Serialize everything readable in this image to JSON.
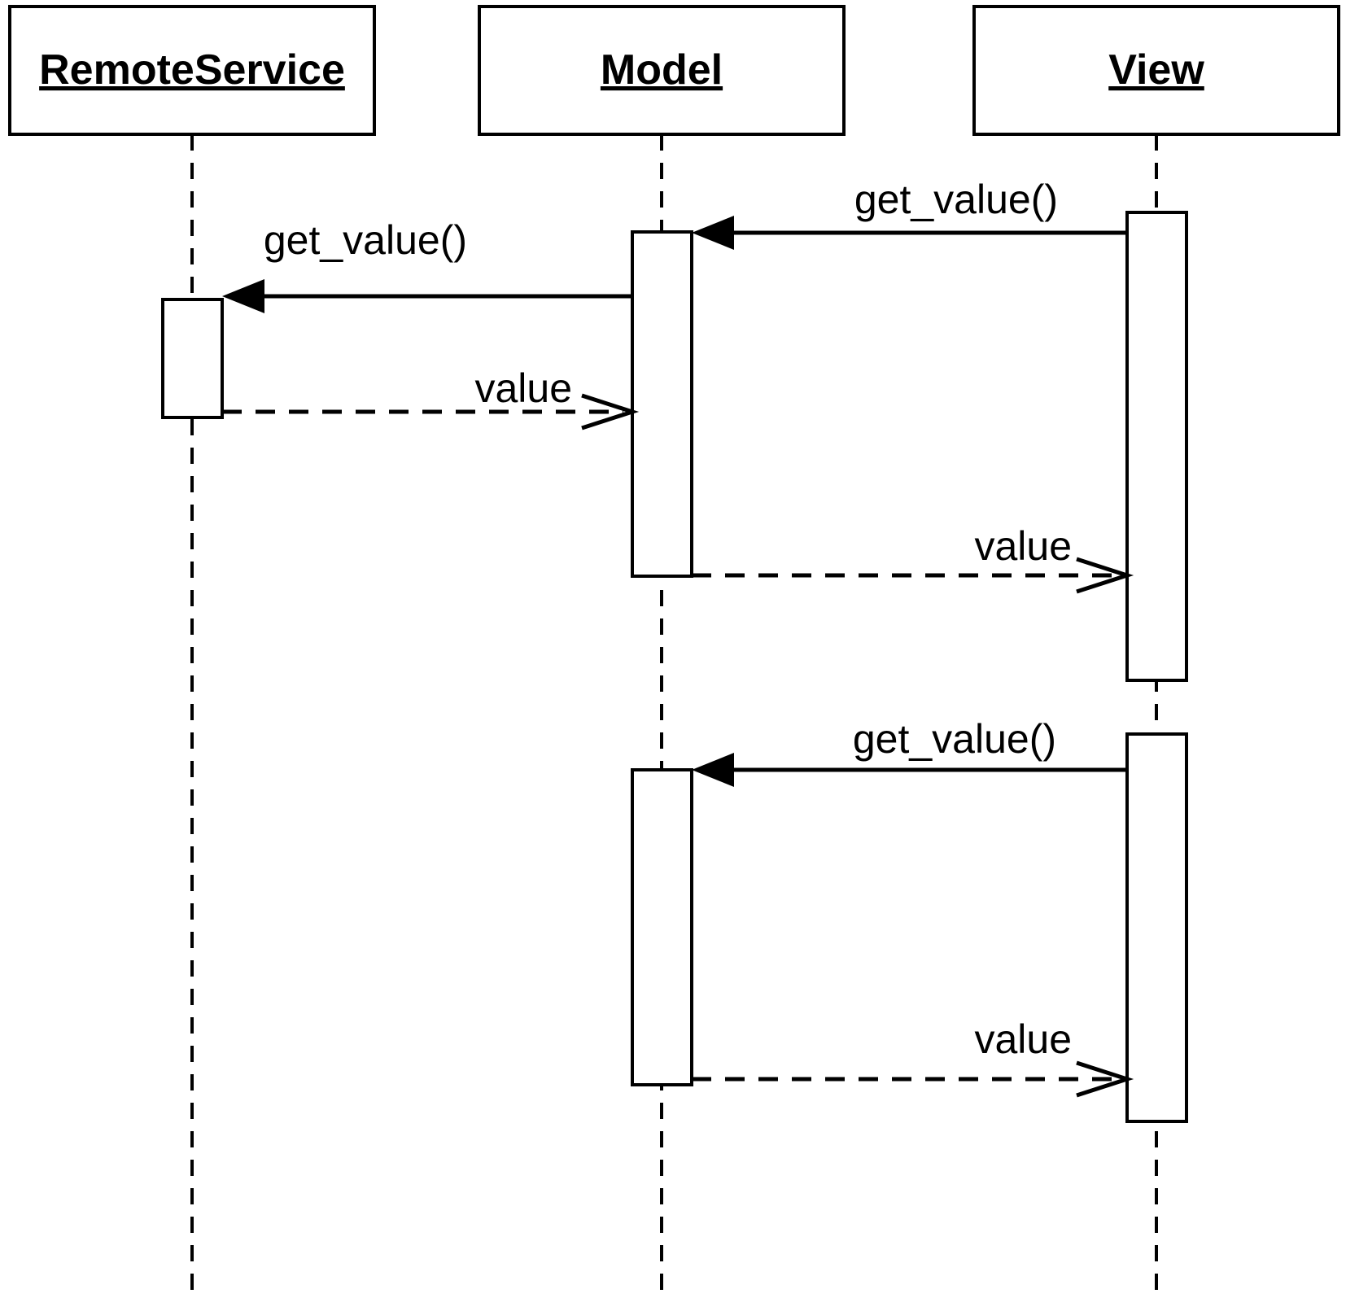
{
  "diagram": {
    "type": "uml-sequence-diagram",
    "colors": {
      "line": "#000000",
      "fill": "#ffffff",
      "background": "#ffffff"
    },
    "participants": [
      {
        "id": "remote-service",
        "label": "RemoteService"
      },
      {
        "id": "model",
        "label": "Model"
      },
      {
        "id": "view",
        "label": "View"
      }
    ],
    "messages": [
      {
        "from": "View",
        "to": "Model",
        "label": "get_value()",
        "kind": "call"
      },
      {
        "from": "Model",
        "to": "RemoteService",
        "label": "get_value()",
        "kind": "call"
      },
      {
        "from": "RemoteService",
        "to": "Model",
        "label": "value",
        "kind": "return"
      },
      {
        "from": "Model",
        "to": "View",
        "label": "value",
        "kind": "return"
      },
      {
        "from": "View",
        "to": "Model",
        "label": "get_value()",
        "kind": "call"
      },
      {
        "from": "Model",
        "to": "View",
        "label": "value",
        "kind": "return"
      }
    ]
  }
}
